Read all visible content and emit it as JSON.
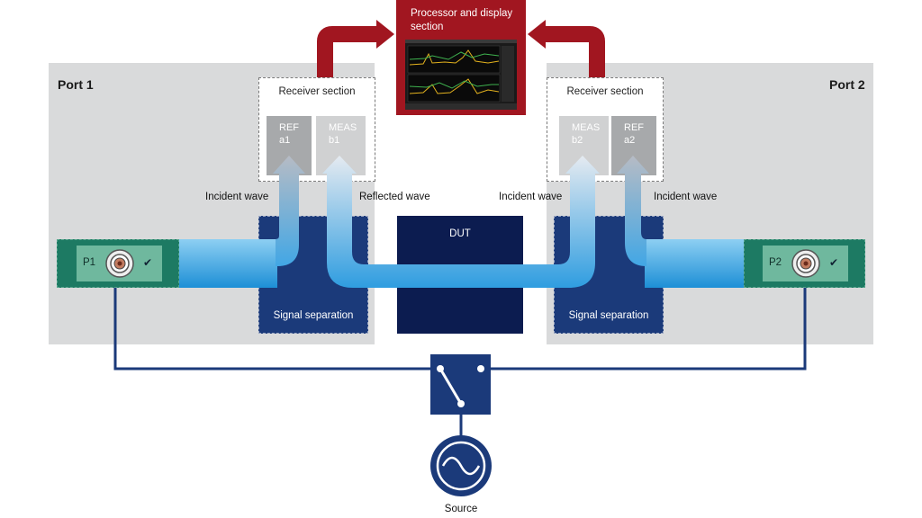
{
  "ports": {
    "left_label": "Port 1",
    "right_label": "Port 2"
  },
  "processor": {
    "title_line1": "Processor and display",
    "title_line2": "section"
  },
  "receivers": {
    "left": {
      "title": "Receiver section",
      "ref_line1": "REF",
      "ref_line2": "a1",
      "meas_line1": "MEAS",
      "meas_line2": "b1"
    },
    "right": {
      "title": "Receiver section",
      "meas_line1": "MEAS",
      "meas_line2": "b2",
      "ref_line1": "REF",
      "ref_line2": "a2"
    }
  },
  "waves": {
    "incident_left": "Incident wave",
    "reflected": "Reflected wave",
    "incident_mid": "Incident wave",
    "incident_right": "Incident wave"
  },
  "dut": {
    "label": "DUT"
  },
  "signal_separation": {
    "left": "Signal separation",
    "right": "Signal separation"
  },
  "connectors": {
    "left": "P1",
    "right": "P2",
    "check": "✔"
  },
  "source": {
    "label": "Source"
  },
  "colors": {
    "panel": "#d9dadb",
    "signal_separation": "#1b3a7a",
    "dut": "#0c1c50",
    "processor": "#a11620",
    "connector": "#1d7a63",
    "wire": "#1b3a7a"
  }
}
